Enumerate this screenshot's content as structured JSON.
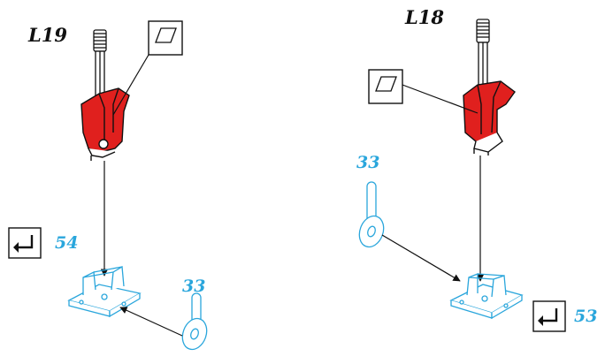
{
  "left_assembly": {
    "part_label": "L19",
    "sub_part_number": "33",
    "step_number": "54",
    "inset_icon": "sticker-icon",
    "step_icon": "return-arrow-icon"
  },
  "right_assembly": {
    "part_label": "L18",
    "sub_part_number": "33",
    "step_number": "53",
    "inset_icon": "sticker-icon",
    "step_icon": "return-arrow-icon"
  },
  "colors": {
    "part_red": "#e0201e",
    "part_blue": "#2aa6dc",
    "ink": "#111111"
  }
}
